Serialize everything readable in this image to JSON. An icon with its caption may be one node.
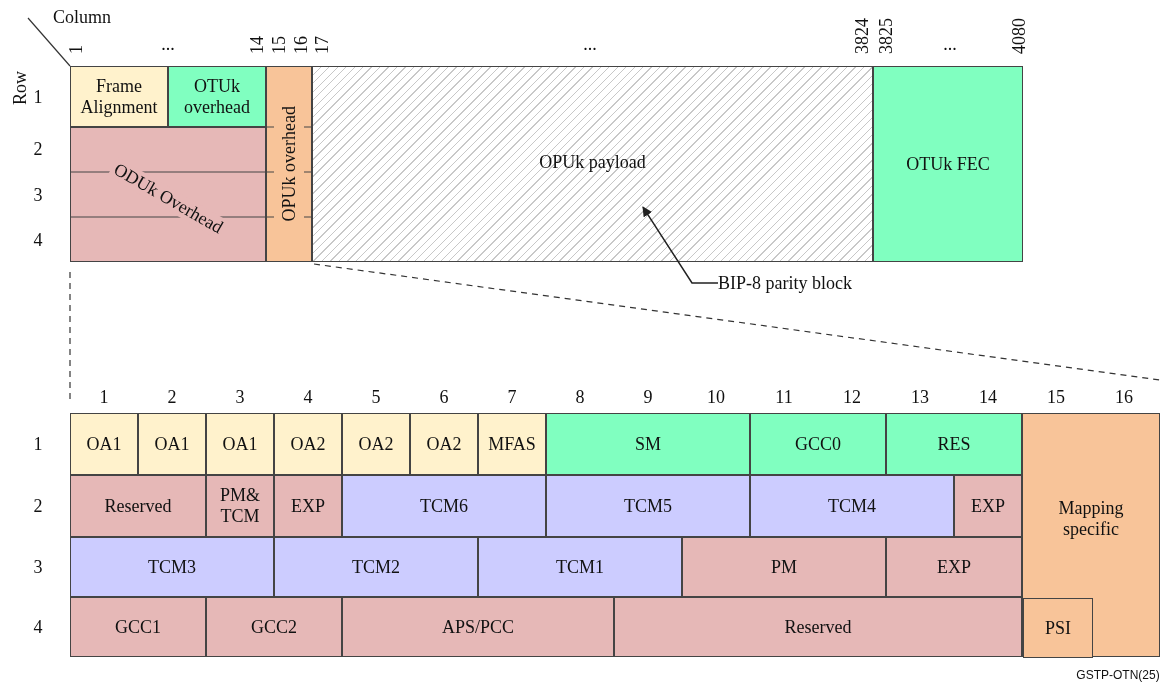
{
  "diagram": {
    "nodes": [
      {
        "text": [
          "Frame Alignment"
        ]
      },
      {
        "text": [
          "OTUk overhead"
        ]
      },
      {
        "text": [
          "OPUk overhead"
        ]
      },
      {
        "text": [
          "OPUk payload"
        ]
      },
      {
        "text": [
          "OTUk FEC"
        ]
      },
      {
        "text": [
          "ODUk Overhead"
        ]
      },
      {
        "text": [
          "BIP-8 parity block"
        ]
      },
      {
        "text": [
          "OA1"
        ]
      },
      {
        "text": [
          "OA1"
        ]
      },
      {
        "text": [
          "OA1"
        ]
      },
      {
        "text": [
          "OA2"
        ]
      },
      {
        "text": [
          "OA2"
        ]
      },
      {
        "text": [
          "OA2"
        ]
      },
      {
        "text": [
          "MFAS"
        ]
      },
      {
        "text": [
          "SM"
        ]
      },
      {
        "text": [
          "GCC0"
        ]
      },
      {
        "text": [
          "RES"
        ]
      },
      {
        "text": [
          "Mapping specific"
        ]
      },
      {
        "text": [
          "Reserved"
        ]
      },
      {
        "text": [
          "PM& TCM"
        ]
      },
      {
        "text": [
          "EXP"
        ]
      },
      {
        "text": [
          "TCM6"
        ]
      },
      {
        "text": [
          "TCM5"
        ]
      },
      {
        "text": [
          "TCM4"
        ]
      },
      {
        "text": [
          "EXP"
        ]
      },
      {
        "text": [
          "TCM3"
        ]
      },
      {
        "text": [
          "TCM2"
        ]
      },
      {
        "text": [
          "TCM1"
        ]
      },
      {
        "text": [
          "PM"
        ]
      },
      {
        "text": [
          "EXP"
        ]
      },
      {
        "text": [
          "GCC1"
        ]
      },
      {
        "text": [
          "GCC2"
        ]
      },
      {
        "text": [
          "APS/PCC"
        ]
      },
      {
        "text": [
          "Reserved"
        ]
      },
      {
        "text": [
          "PSI"
        ],
        "in": 17
      }
    ],
    "edges": [
      {
        "from": 6,
        "to": 3,
        "arrow": "to"
      }
    ],
    "labels": [
      "Column",
      "Row",
      "1",
      "...",
      "14",
      "15",
      "16",
      "17",
      "...",
      "3824",
      "3825",
      "...",
      "4080",
      "1",
      "2",
      "3",
      "4",
      "1",
      "2",
      "3",
      "4",
      "5",
      "6",
      "7",
      "8",
      "9",
      "10",
      "11",
      "12",
      "13",
      "14",
      "15",
      "16",
      "1",
      "2",
      "3",
      "4",
      "GSTP-OTN(25)"
    ]
  }
}
